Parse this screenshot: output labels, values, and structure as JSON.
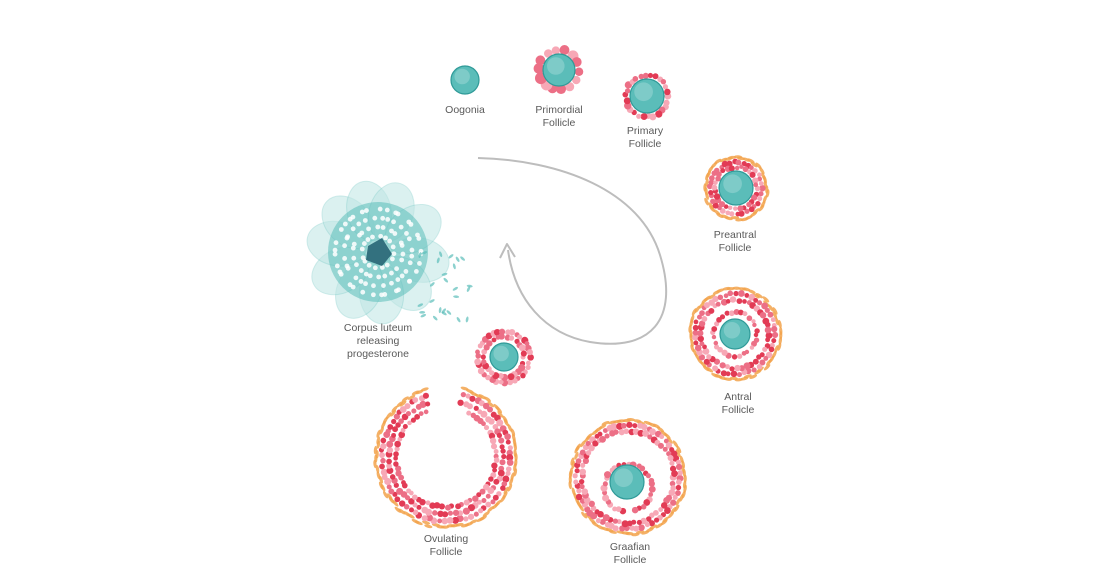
{
  "colors": {
    "teal": "#5bbdb9",
    "teal_dark": "#2f9a98",
    "teal_light": "#bfe6e4",
    "pink": "#ec6f86",
    "pink_light": "#f7a8b6",
    "red": "#e23b55",
    "orange": "#f2a34c",
    "arrow": "#bdbdbd",
    "text": "#5a5a5a"
  },
  "stages": [
    {
      "key": "oogonia",
      "lines": [
        "Oogonia"
      ]
    },
    {
      "key": "primordial",
      "lines": [
        "Primordial",
        "Follicle"
      ]
    },
    {
      "key": "primary",
      "lines": [
        "Primary",
        "Follicle"
      ]
    },
    {
      "key": "preantral",
      "lines": [
        "Preantral",
        "Follicle"
      ]
    },
    {
      "key": "antral",
      "lines": [
        "Antral",
        "Follicle"
      ]
    },
    {
      "key": "graafian",
      "lines": [
        "Graafian",
        "Follicle"
      ]
    },
    {
      "key": "ovulating",
      "lines": [
        "Ovulating",
        "Follicle"
      ]
    },
    {
      "key": "corpus_luteum",
      "lines": [
        "Corpus luteum",
        "releasing",
        "progesterone"
      ]
    }
  ]
}
